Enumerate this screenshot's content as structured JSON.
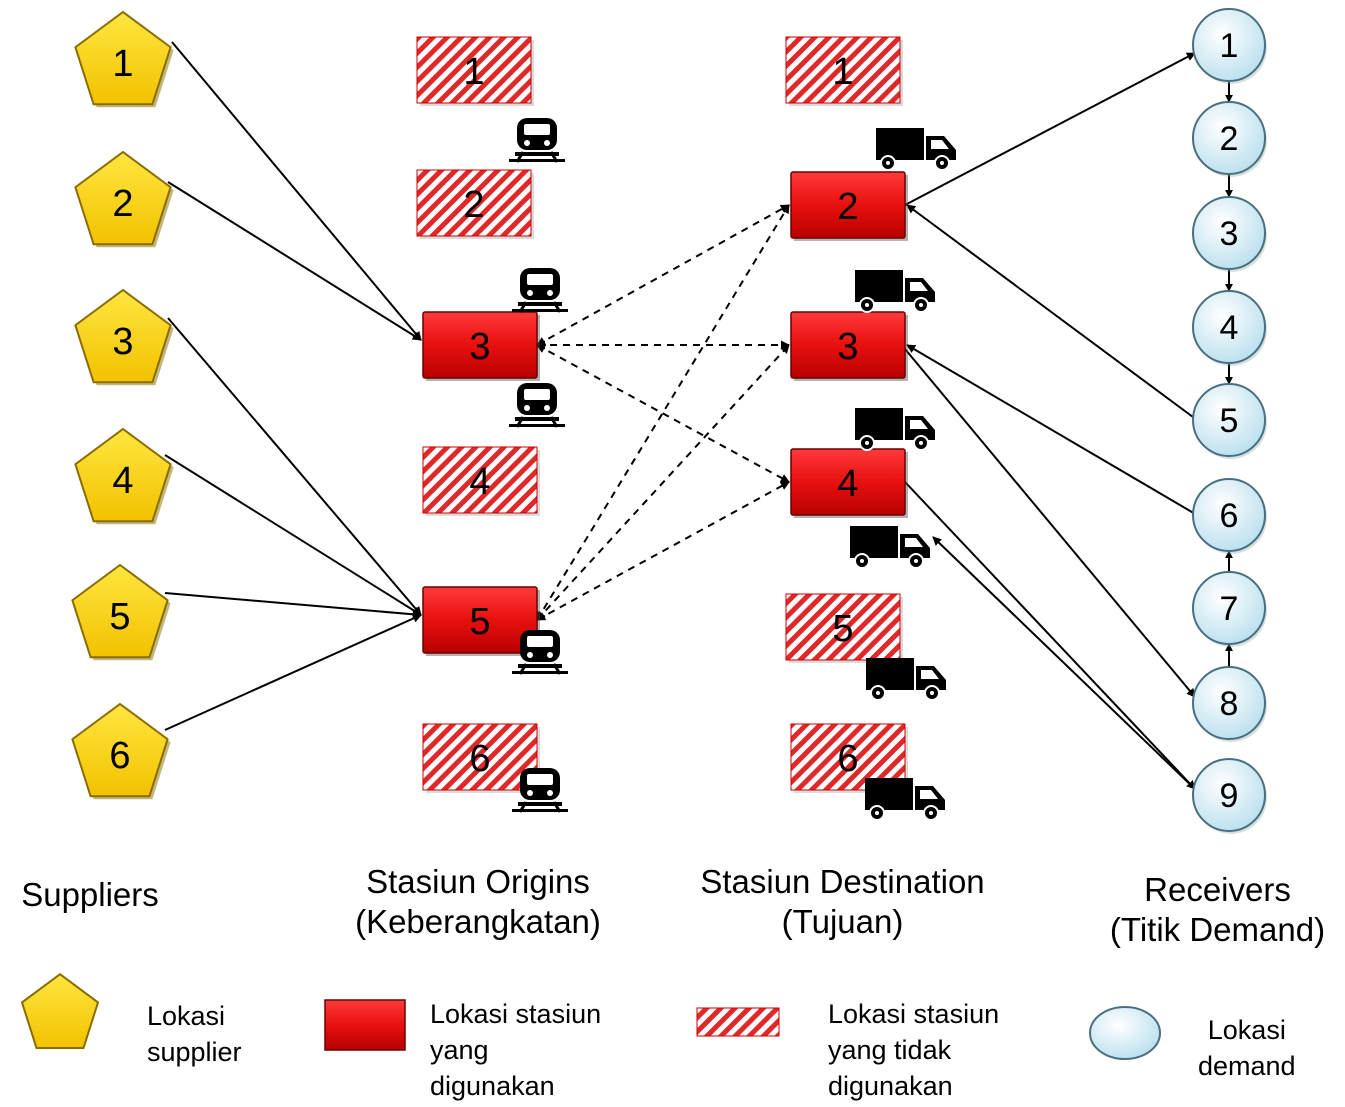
{
  "suppliers": [
    "1",
    "2",
    "3",
    "4",
    "5",
    "6"
  ],
  "origins": [
    {
      "label": "1",
      "status": "unused"
    },
    {
      "label": "2",
      "status": "unused"
    },
    {
      "label": "3",
      "status": "used"
    },
    {
      "label": "4",
      "status": "unused"
    },
    {
      "label": "5",
      "status": "used"
    },
    {
      "label": "6",
      "status": "unused"
    }
  ],
  "destinations": [
    {
      "label": "1",
      "status": "unused"
    },
    {
      "label": "2",
      "status": "used"
    },
    {
      "label": "3",
      "status": "used"
    },
    {
      "label": "4",
      "status": "used"
    },
    {
      "label": "5",
      "status": "unused"
    },
    {
      "label": "6",
      "status": "unused"
    }
  ],
  "receivers": [
    "1",
    "2",
    "3",
    "4",
    "5",
    "6",
    "7",
    "8",
    "9"
  ],
  "edges": {
    "supplier_to_origin": [
      [
        "1",
        "3"
      ],
      [
        "2",
        "3"
      ],
      [
        "3",
        "5"
      ],
      [
        "4",
        "5"
      ],
      [
        "5",
        "5"
      ],
      [
        "6",
        "5"
      ]
    ],
    "origin_to_destination_dashed": [
      [
        "3",
        "2"
      ],
      [
        "3",
        "3"
      ],
      [
        "3",
        "4"
      ],
      [
        "5",
        "2"
      ],
      [
        "5",
        "3"
      ],
      [
        "5",
        "4"
      ]
    ],
    "destination_to_receiver": [
      [
        "2",
        "1"
      ]
    ],
    "receiver_to_destination": [
      [
        "5",
        "2"
      ],
      [
        "6",
        "3"
      ],
      [
        "9",
        "4"
      ]
    ],
    "destination_to_receiver_2": [
      [
        "3",
        "8"
      ],
      [
        "4",
        "9"
      ]
    ],
    "receiver_chain": [
      [
        "1",
        "2"
      ],
      [
        "2",
        "3"
      ],
      [
        "3",
        "4"
      ],
      [
        "4",
        "5"
      ],
      [
        "7",
        "6"
      ],
      [
        "8",
        "7"
      ]
    ]
  },
  "icons": {
    "origin_vehicle": "train-icon",
    "destination_vehicle": "truck-icon"
  },
  "colors": {
    "supplier_fill": "#ffd700",
    "station_used": "#e81010",
    "station_unused_stripe": "#e02828",
    "receiver_fill": "#d8f0f8"
  },
  "columns": {
    "suppliers": {
      "title": "Suppliers"
    },
    "origins": {
      "title": "Stasiun Origins",
      "subtitle": "(Keberangkatan)"
    },
    "destinations": {
      "title": "Stasiun Destination",
      "subtitle": "(Tujuan)"
    },
    "receivers": {
      "title": "Receivers",
      "subtitle": "(Titik Demand)"
    }
  },
  "legend": {
    "supplier": {
      "line1": "Lokasi",
      "line2": "supplier"
    },
    "station_used": {
      "line1": "Lokasi stasiun",
      "line2": "yang",
      "line3": "digunakan"
    },
    "station_unused": {
      "line1": "Lokasi stasiun",
      "line2": "yang tidak",
      "line3": "digunakan"
    },
    "demand": {
      "line1": "Lokasi",
      "line2": "demand"
    }
  }
}
